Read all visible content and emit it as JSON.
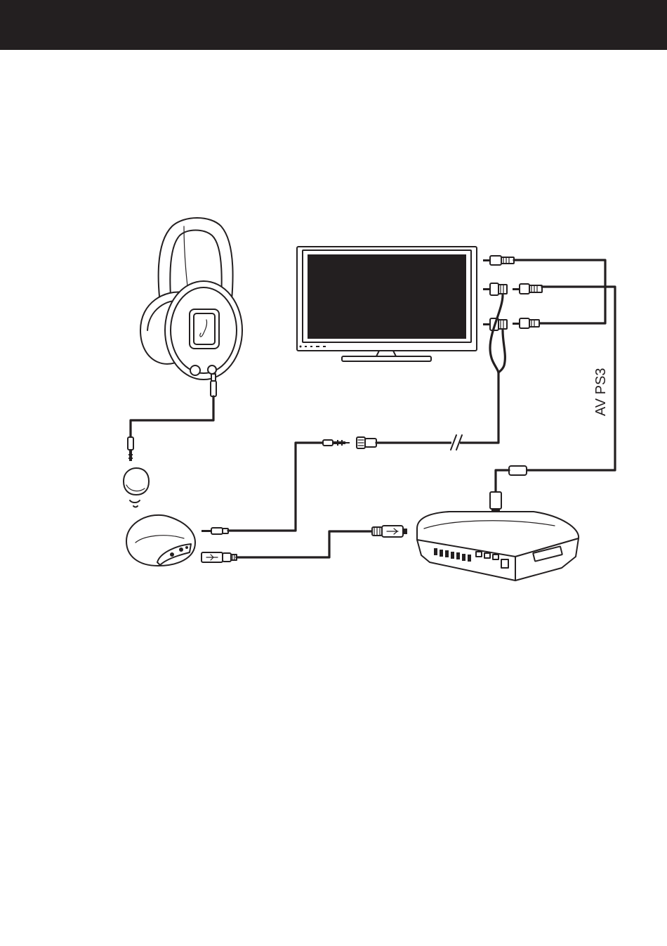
{
  "diagram": {
    "labels": {
      "ps3_av_cable": "AV PS3"
    },
    "components": [
      {
        "name": "headphones",
        "icon": "headphones-icon"
      },
      {
        "name": "television",
        "icon": "tv-icon"
      },
      {
        "name": "transmitter-base",
        "icon": "transmitter-icon"
      },
      {
        "name": "wireless-receiver",
        "icon": "receiver-icon"
      },
      {
        "name": "game-console",
        "icon": "console-icon"
      }
    ],
    "colors": {
      "ink": "#231f20",
      "background": "#ffffff"
    }
  }
}
